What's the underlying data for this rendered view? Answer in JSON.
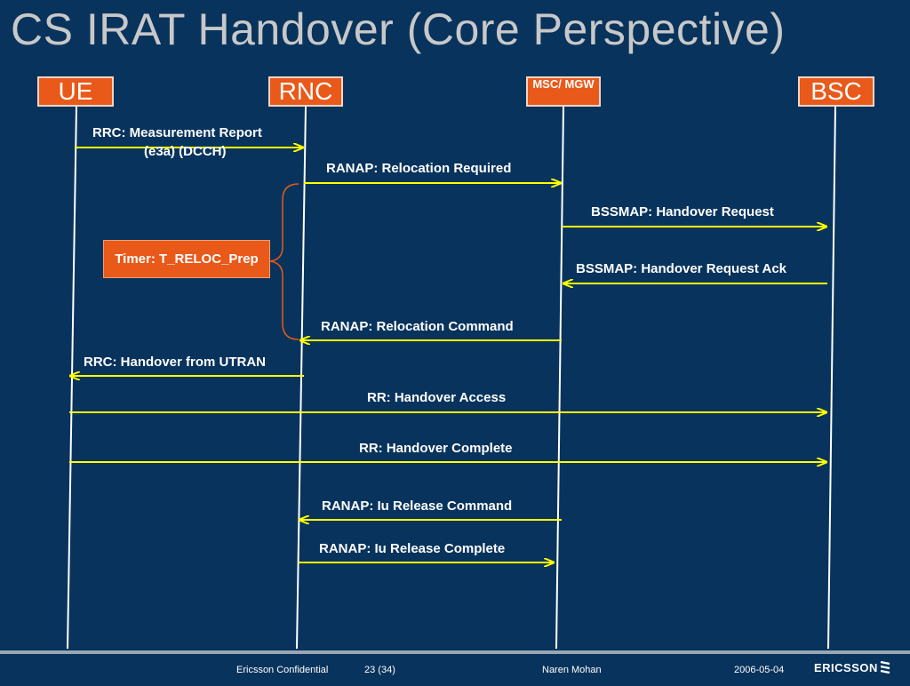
{
  "title": "CS IRAT Handover (Core Perspective)",
  "entities": {
    "ue": "UE",
    "rnc": "RNC",
    "msc": "MSC/ MGW",
    "bsc": "BSC"
  },
  "messages": {
    "m1": "RRC:  Measurement Report",
    "m1b": "(e3a) (DCCH)",
    "m2": "RANAP:  Relocation Required",
    "m3": "BSSMAP: Handover Request",
    "m4": "BSSMAP: Handover Request Ack",
    "m5": "RANAP: Relocation Command",
    "m6": "RRC: Handover from UTRAN",
    "m7": "RR:  Handover Access",
    "m8": "RR:  Handover Complete",
    "m9": "RANAP: Iu Release Command",
    "m10": "RANAP:  Iu Release Complete"
  },
  "timer": "Timer: T_RELOC_Prep",
  "colors": {
    "background": "#08335c",
    "entity": "#e8591a",
    "arrow": "#ffff00",
    "lifeline": "#ffffff",
    "brace": "#e8591a"
  },
  "footer": {
    "confidential": "Ericsson Confidential",
    "page": "23 (34)",
    "author": "Naren Mohan",
    "date": "2006-05-04",
    "logo": "ERICSSON"
  }
}
